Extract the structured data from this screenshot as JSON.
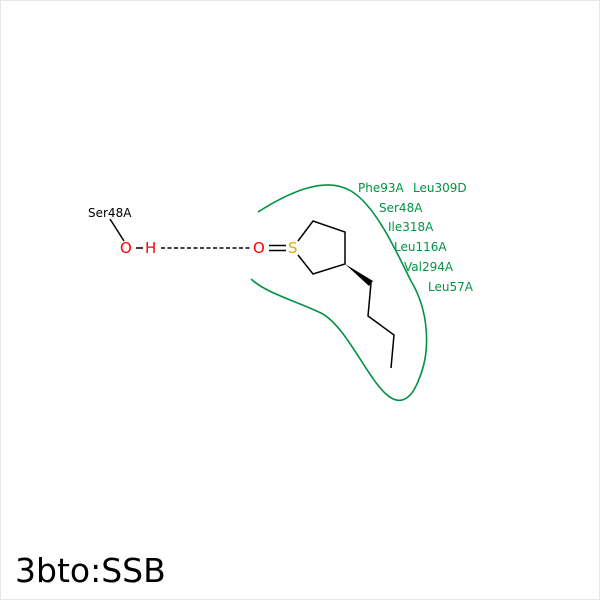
{
  "title": "3bto:SSB",
  "colors": {
    "hydrophobic": "#009245",
    "oxygen": "#ff0000",
    "sulfur": "#e6a800",
    "bond": "#000000"
  },
  "hbond_residue": {
    "label": "Ser48A",
    "atoms": [
      "O",
      "H"
    ]
  },
  "ligand_atoms": {
    "oxygen": "O",
    "sulfur": "S"
  },
  "hydrophobic_residues": [
    "Phe93A",
    "Leu309D",
    "Ser48A",
    "Ile318A",
    "Leu116A",
    "Val294A",
    "Leu57A"
  ]
}
